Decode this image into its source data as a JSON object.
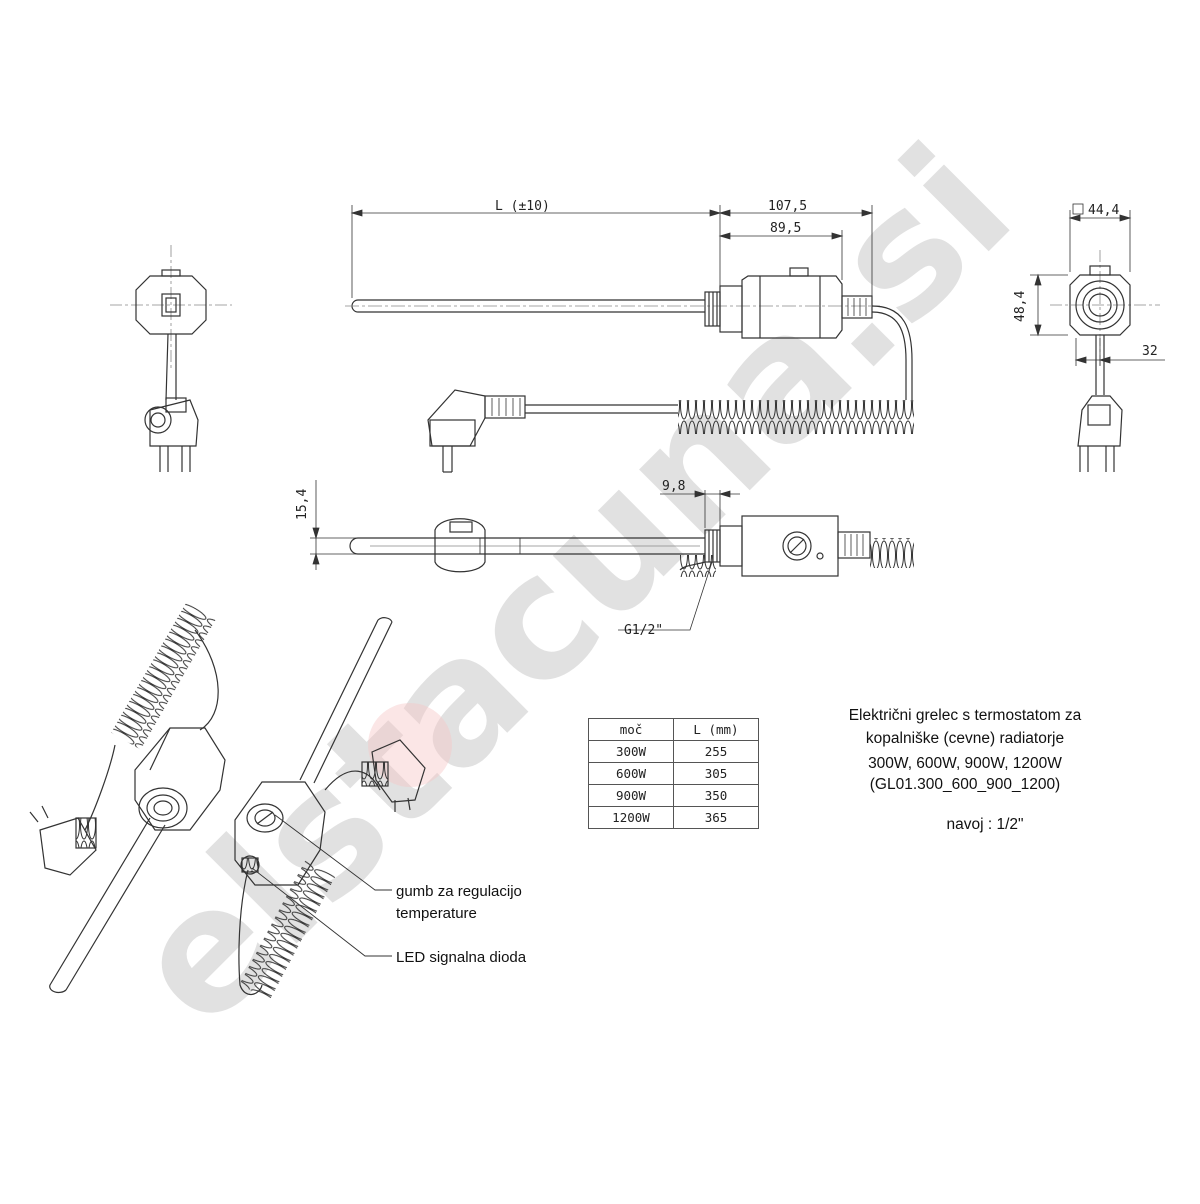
{
  "watermark": {
    "text": "elstacuna.si",
    "color": "#c8c8c8"
  },
  "dimensions": {
    "length": "L  (±10)",
    "overall_head": "107,5",
    "head_body": "89,5",
    "square_size": "44,4",
    "height": "48,4",
    "plug_offset": "32",
    "rod_diameter": "15,4",
    "thread_length": "9,8",
    "thread_spec": "G1/2\""
  },
  "labels": {
    "knob": [
      "gumb za regulacijo",
      "temperature"
    ],
    "led": "LED signalna dioda"
  },
  "description": {
    "line1": "Električni grelec s termostatom za",
    "line2": "kopalniške (cevne) radiatorje",
    "line3": "300W, 600W, 900W, 1200W",
    "line4": "(GL01.300_600_900_1200)",
    "thread_note": "navoj : 1/2\""
  },
  "table": {
    "headers": [
      "moč",
      "L  (mm)"
    ],
    "rows": [
      [
        "300W",
        "255"
      ],
      [
        "600W",
        "305"
      ],
      [
        "900W",
        "350"
      ],
      [
        "1200W",
        "365"
      ]
    ]
  }
}
